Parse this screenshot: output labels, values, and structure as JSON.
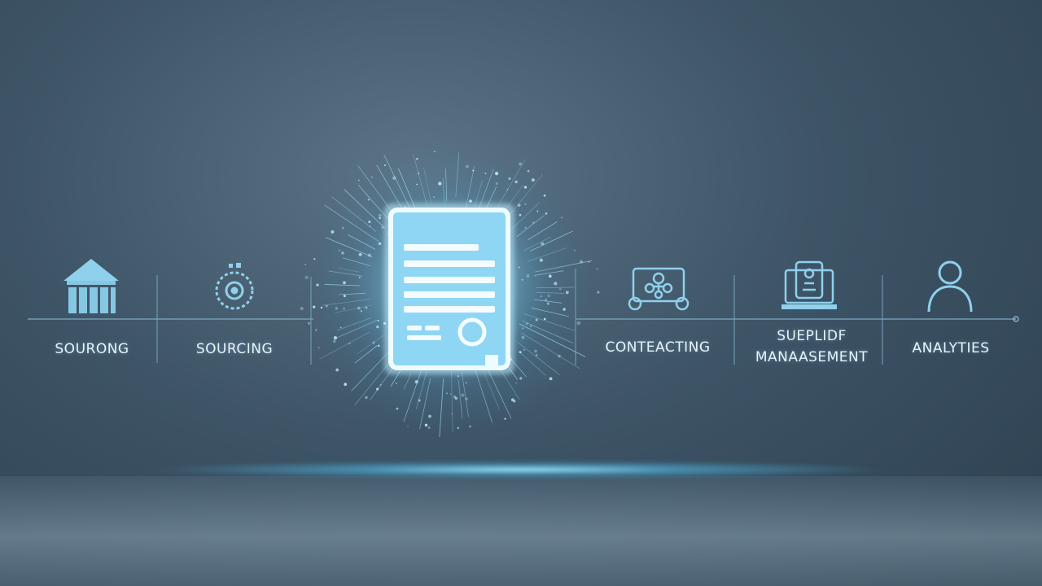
{
  "stages": [
    {
      "label": "SOURONG",
      "icon": "building-icon"
    },
    {
      "label": "SOURCING",
      "icon": "gear-icon"
    },
    {
      "label": "CONTEACTING",
      "icon": "network-icon"
    },
    {
      "label_line1": "SUEPLIDF",
      "label_line2": "MANAASEMENT",
      "icon": "monitor-icon"
    },
    {
      "label": "ANALYTIES",
      "icon": "user-icon"
    }
  ],
  "center": {
    "icon": "document-icon"
  },
  "colors": {
    "accent": "#7fd4f5",
    "glow": "#a8e6ff",
    "line": "#7aa8c0"
  }
}
